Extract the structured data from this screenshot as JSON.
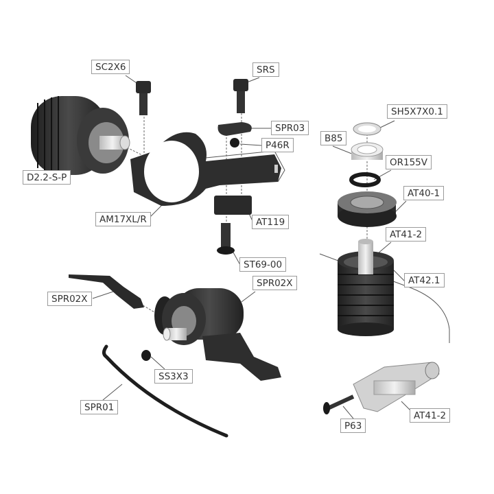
{
  "title": "Exploded parts diagram",
  "labels": {
    "sc2x6": "SC2X6",
    "srs": "SRS",
    "sh5x7x01": "SH5X7X0.1",
    "spr03": "SPR03",
    "b85": "B85",
    "p46r": "P46R",
    "or155v": "OR155V",
    "d22sp": "D2.2-S-P",
    "at40_1": "AT40-1",
    "am17xlr": "AM17XL/R",
    "at119": "AT119",
    "at41_2_top": "AT41-2",
    "st69_00": "ST69-00",
    "at42_1": "AT42.1",
    "spr02x_right": "SPR02X",
    "spr02x_left": "SPR02X",
    "ss3x3": "SS3X3",
    "spr01": "SPR01",
    "p63": "P63",
    "at41_2_bottom": "AT41-2"
  },
  "colors": {
    "part_dark": "#2b2b2b",
    "part_light": "#d8d8d8",
    "leader": "#555555"
  }
}
